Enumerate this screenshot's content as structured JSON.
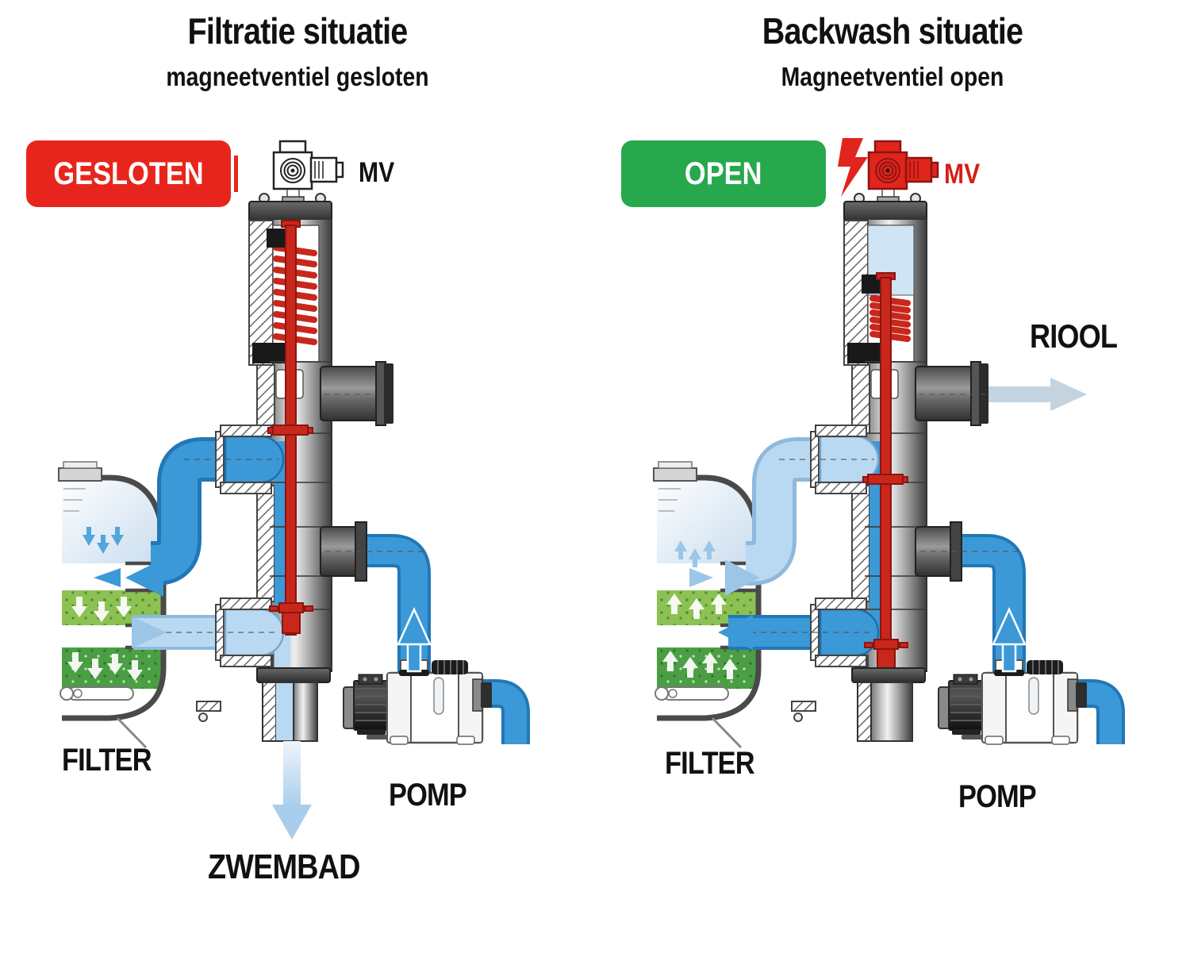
{
  "panels": {
    "left": {
      "title": "Filtratie situatie",
      "subtitle": "magneetventiel gesloten",
      "badge": {
        "label": "GESLOTEN"
      },
      "mv_label": "MV",
      "labels": {
        "filter": "FILTER",
        "pomp": "POMP",
        "zwembad": "ZWEMBAD"
      }
    },
    "right": {
      "title": "Backwash situatie",
      "subtitle": "Magneetventiel open",
      "badge": {
        "label": "OPEN"
      },
      "mv_label": "MV",
      "labels": {
        "filter": "FILTER",
        "pomp": "POMP",
        "riool": "RIOOL"
      }
    }
  },
  "colors": {
    "badge_closed": "#e8251d",
    "badge_open": "#27a84d",
    "badge_text": "#ffffff",
    "mv_label_left": "#111111",
    "mv_label_right": "#d41f17",
    "pipe_dark": "#3b99d8",
    "pipe_dark_edge": "#2277b5",
    "pipe_pale": "#b9d9f2",
    "pipe_pale_edge": "#8fb9dc",
    "arrow_pale": "#9cc6e8",
    "waste_arrow": "#c3d3e0",
    "red_parts": "#c8271c",
    "green_top": "#8dc153",
    "green_bottom": "#4c9e45"
  }
}
